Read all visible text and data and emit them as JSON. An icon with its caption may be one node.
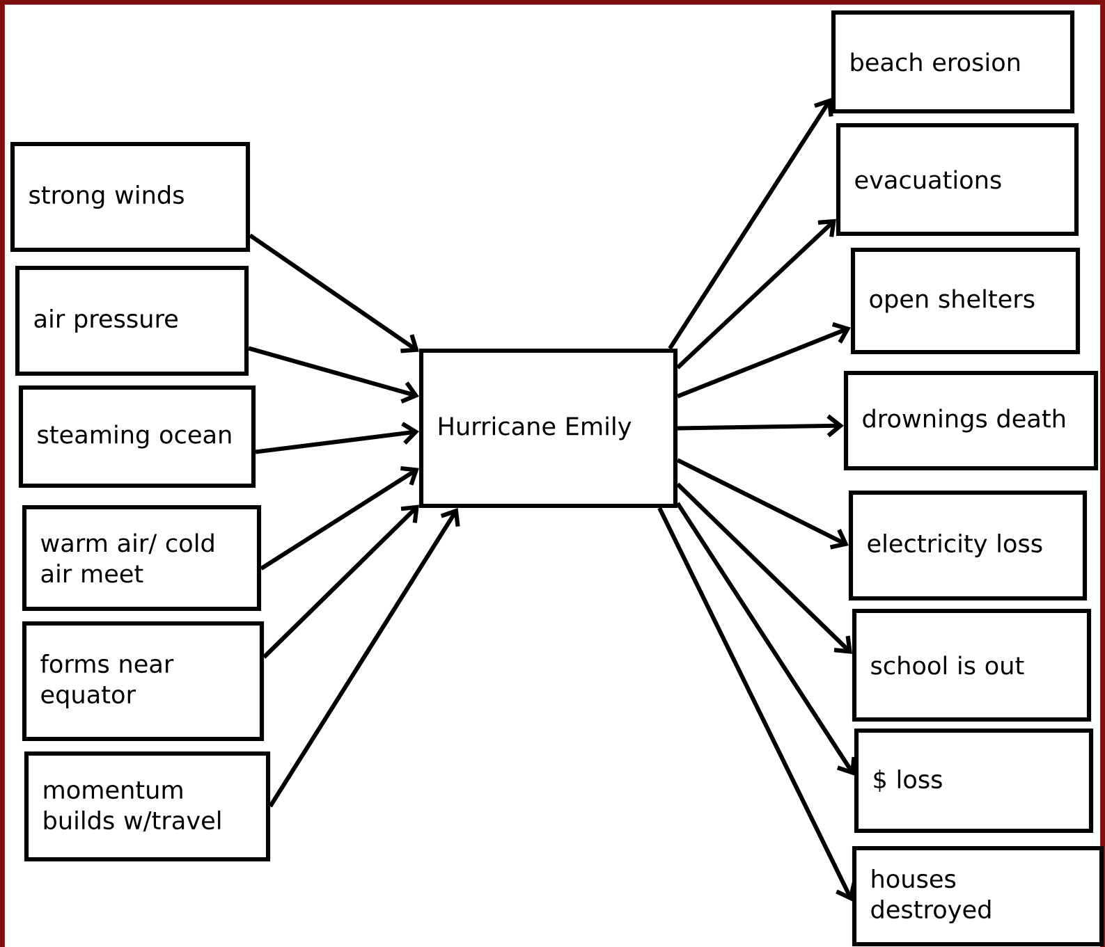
{
  "diagram": {
    "nodes": [
      {
        "text": [
          "strong winds"
        ]
      },
      {
        "text": [
          "air pressure"
        ]
      },
      {
        "text": [
          "steaming ocean"
        ]
      },
      {
        "text": [
          "warm air/ cold air meet"
        ]
      },
      {
        "text": [
          "forms near equator"
        ]
      },
      {
        "text": [
          "momentum builds w/travel"
        ]
      },
      {
        "text": [
          "Hurricane Emily"
        ]
      },
      {
        "text": [
          "beach erosion"
        ]
      },
      {
        "text": [
          "evacuations"
        ]
      },
      {
        "text": [
          "open shelters"
        ]
      },
      {
        "text": [
          "drownings death"
        ]
      },
      {
        "text": [
          "electricity loss"
        ]
      },
      {
        "text": [
          "school is out"
        ]
      },
      {
        "text": [
          "$ loss"
        ]
      },
      {
        "text": [
          "houses destroyed"
        ]
      }
    ],
    "edges": [
      {
        "from": 0,
        "to": 6,
        "arrow": "to"
      },
      {
        "from": 1,
        "to": 6,
        "arrow": "to"
      },
      {
        "from": 2,
        "to": 6,
        "arrow": "to"
      },
      {
        "from": 3,
        "to": 6,
        "arrow": "to"
      },
      {
        "from": 4,
        "to": 6,
        "arrow": "to"
      },
      {
        "from": 5,
        "to": 6,
        "arrow": "to"
      },
      {
        "from": 6,
        "to": 7,
        "arrow": "to"
      },
      {
        "from": 6,
        "to": 8,
        "arrow": "to"
      },
      {
        "from": 6,
        "to": 9,
        "arrow": "to"
      },
      {
        "from": 6,
        "to": 10,
        "arrow": "to"
      },
      {
        "from": 6,
        "to": 11,
        "arrow": "to"
      },
      {
        "from": 6,
        "to": 12,
        "arrow": "to"
      },
      {
        "from": 6,
        "to": 13,
        "arrow": "to"
      },
      {
        "from": 6,
        "to": 14,
        "arrow": "to"
      }
    ]
  }
}
